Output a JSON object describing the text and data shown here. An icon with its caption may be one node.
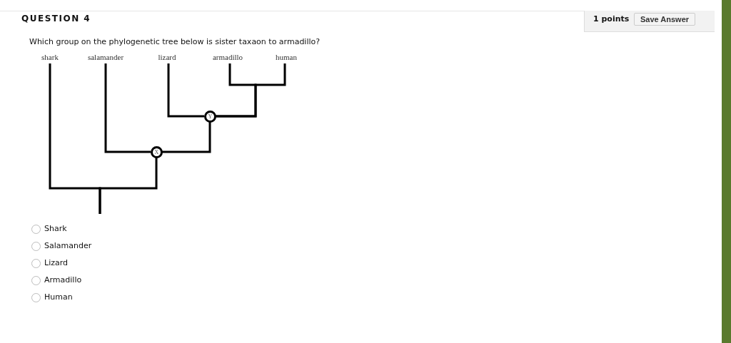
{
  "diagram": {
    "nodes": [
      {
        "text": [
          "shark"
        ]
      },
      {
        "text": [
          "salamander"
        ]
      },
      {
        "text": [
          "lizard"
        ]
      },
      {
        "text": [
          "armadillo"
        ]
      },
      {
        "text": [
          "human"
        ]
      },
      {
        "text": [
          "Y"
        ]
      },
      {
        "text": [
          "X"
        ]
      }
    ],
    "edges": [
      {
        "from": 3,
        "to": 5,
        "arrow": "none"
      },
      {
        "from": 4,
        "to": 5,
        "arrow": "none"
      },
      {
        "from": 2,
        "to": 5,
        "arrow": "none"
      },
      {
        "from": 1,
        "to": 6,
        "arrow": "none"
      },
      {
        "from": 5,
        "to": 6,
        "arrow": "none"
      },
      {
        "from": 0,
        "to": null,
        "arrow": "none"
      },
      {
        "from": 6,
        "to": null,
        "arrow": "none"
      }
    ],
    "labels": [
      "QUESTION 4",
      "1 points",
      "Save Answer",
      "Which group on the phylogenetic tree below is sister taxaon to armadillo?",
      "Shark",
      "Salamander",
      "Lizard",
      "Armadillo",
      "Human"
    ]
  }
}
